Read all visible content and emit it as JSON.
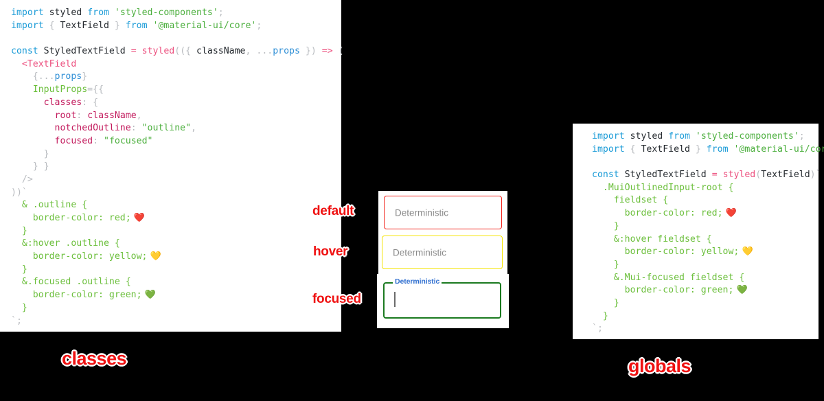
{
  "background_color": "#000000",
  "panels": {
    "classes": {
      "caption": "classes",
      "caption_color": "#ef1111",
      "background": "#ffffff",
      "lines": [
        [
          {
            "t": "import",
            "c": "kw"
          },
          {
            "t": " ",
            "c": "id"
          },
          {
            "t": "styled",
            "c": "id"
          },
          {
            "t": " ",
            "c": "id"
          },
          {
            "t": "from",
            "c": "kw"
          },
          {
            "t": " ",
            "c": "id"
          },
          {
            "t": "'styled-components'",
            "c": "str"
          },
          {
            "t": ";",
            "c": "punc"
          }
        ],
        [
          {
            "t": "import",
            "c": "kw"
          },
          {
            "t": " ",
            "c": "id"
          },
          {
            "t": "{",
            "c": "punc"
          },
          {
            "t": " TextField ",
            "c": "id"
          },
          {
            "t": "}",
            "c": "punc"
          },
          {
            "t": " ",
            "c": "id"
          },
          {
            "t": "from",
            "c": "kw"
          },
          {
            "t": " ",
            "c": "id"
          },
          {
            "t": "'@material-ui/core'",
            "c": "str"
          },
          {
            "t": ";",
            "c": "punc"
          }
        ],
        [],
        [
          {
            "t": "const",
            "c": "kw"
          },
          {
            "t": " ",
            "c": "id"
          },
          {
            "t": "StyledTextField",
            "c": "id"
          },
          {
            "t": " ",
            "c": "id"
          },
          {
            "t": "=",
            "c": "fn"
          },
          {
            "t": " ",
            "c": "id"
          },
          {
            "t": "styled",
            "c": "fn"
          },
          {
            "t": "((",
            "c": "punc"
          },
          {
            "t": "{",
            "c": "punc"
          },
          {
            "t": " className",
            "c": "id"
          },
          {
            "t": ",",
            "c": "punc"
          },
          {
            "t": " ",
            "c": "id"
          },
          {
            "t": "...",
            "c": "punc"
          },
          {
            "t": "props",
            "c": "blue"
          },
          {
            "t": " ",
            "c": "id"
          },
          {
            "t": "}",
            "c": "punc"
          },
          {
            "t": ")",
            "c": "punc"
          },
          {
            "t": " ",
            "c": "id"
          },
          {
            "t": "=>",
            "c": "fn"
          },
          {
            "t": " ",
            "c": "id"
          },
          {
            "t": "(",
            "c": "punc"
          }
        ],
        [
          {
            "t": "  ",
            "c": "id"
          },
          {
            "t": "<",
            "c": "tag"
          },
          {
            "t": "TextField",
            "c": "tag"
          }
        ],
        [
          {
            "t": "    ",
            "c": "id"
          },
          {
            "t": "{",
            "c": "punc"
          },
          {
            "t": "...",
            "c": "punc"
          },
          {
            "t": "props",
            "c": "blue"
          },
          {
            "t": "}",
            "c": "punc"
          }
        ],
        [
          {
            "t": "    ",
            "c": "id"
          },
          {
            "t": "InputProps",
            "c": "prop"
          },
          {
            "t": "=",
            "c": "punc"
          },
          {
            "t": "{{",
            "c": "punc"
          }
        ],
        [
          {
            "t": "      ",
            "c": "id"
          },
          {
            "t": "classes",
            "c": "key"
          },
          {
            "t": ":",
            "c": "punc"
          },
          {
            "t": " ",
            "c": "id"
          },
          {
            "t": "{",
            "c": "punc"
          }
        ],
        [
          {
            "t": "        ",
            "c": "id"
          },
          {
            "t": "root",
            "c": "key"
          },
          {
            "t": ":",
            "c": "punc"
          },
          {
            "t": " className",
            "c": "key"
          },
          {
            "t": ",",
            "c": "punc"
          }
        ],
        [
          {
            "t": "        ",
            "c": "id"
          },
          {
            "t": "notchedOutline",
            "c": "key"
          },
          {
            "t": ":",
            "c": "punc"
          },
          {
            "t": " ",
            "c": "id"
          },
          {
            "t": "\"outline\"",
            "c": "val"
          },
          {
            "t": ",",
            "c": "punc"
          }
        ],
        [
          {
            "t": "        ",
            "c": "id"
          },
          {
            "t": "focused",
            "c": "key"
          },
          {
            "t": ":",
            "c": "punc"
          },
          {
            "t": " ",
            "c": "id"
          },
          {
            "t": "\"focused\"",
            "c": "val"
          }
        ],
        [
          {
            "t": "      }",
            "c": "punc"
          }
        ],
        [
          {
            "t": "    } }",
            "c": "punc"
          }
        ],
        [
          {
            "t": "  />",
            "c": "punc"
          }
        ],
        [
          {
            "t": "))`",
            "c": "punc"
          }
        ],
        [
          {
            "t": "  ",
            "c": "id"
          },
          {
            "t": "& .outline {",
            "c": "sel"
          }
        ],
        [
          {
            "t": "    ",
            "c": "id"
          },
          {
            "t": "border-color: red;",
            "c": "prop"
          },
          {
            "t": " ❤️",
            "c": "emoji"
          }
        ],
        [
          {
            "t": "  }",
            "c": "sel"
          }
        ],
        [
          {
            "t": "  ",
            "c": "id"
          },
          {
            "t": "&:hover .outline {",
            "c": "sel"
          }
        ],
        [
          {
            "t": "    ",
            "c": "id"
          },
          {
            "t": "border-color: yellow;",
            "c": "prop"
          },
          {
            "t": " 💛",
            "c": "emoji"
          }
        ],
        [
          {
            "t": "  }",
            "c": "sel"
          }
        ],
        [
          {
            "t": "  ",
            "c": "id"
          },
          {
            "t": "&.focused .outline {",
            "c": "sel"
          }
        ],
        [
          {
            "t": "    ",
            "c": "id"
          },
          {
            "t": "border-color: green;",
            "c": "prop"
          },
          {
            "t": " 💚",
            "c": "emoji"
          }
        ],
        [
          {
            "t": "  }",
            "c": "sel"
          }
        ],
        [
          {
            "t": "`;",
            "c": "punc"
          }
        ]
      ]
    },
    "globals": {
      "caption": "globals",
      "caption_color": "#ef1111",
      "background": "#ffffff",
      "lines": [
        [
          {
            "t": "import",
            "c": "kw"
          },
          {
            "t": " ",
            "c": "id"
          },
          {
            "t": "styled",
            "c": "id"
          },
          {
            "t": " ",
            "c": "id"
          },
          {
            "t": "from",
            "c": "kw"
          },
          {
            "t": " ",
            "c": "id"
          },
          {
            "t": "'styled-components'",
            "c": "str"
          },
          {
            "t": ";",
            "c": "punc"
          }
        ],
        [
          {
            "t": "import",
            "c": "kw"
          },
          {
            "t": " ",
            "c": "id"
          },
          {
            "t": "{",
            "c": "punc"
          },
          {
            "t": " TextField ",
            "c": "id"
          },
          {
            "t": "}",
            "c": "punc"
          },
          {
            "t": " ",
            "c": "id"
          },
          {
            "t": "from",
            "c": "kw"
          },
          {
            "t": " ",
            "c": "id"
          },
          {
            "t": "'@material-ui/core'",
            "c": "str"
          },
          {
            "t": ";",
            "c": "punc"
          }
        ],
        [],
        [
          {
            "t": "const",
            "c": "kw"
          },
          {
            "t": " ",
            "c": "id"
          },
          {
            "t": "StyledTextField",
            "c": "id"
          },
          {
            "t": " ",
            "c": "id"
          },
          {
            "t": "=",
            "c": "fn"
          },
          {
            "t": " ",
            "c": "id"
          },
          {
            "t": "styled",
            "c": "fn"
          },
          {
            "t": "(",
            "c": "punc"
          },
          {
            "t": "TextField",
            "c": "id"
          },
          {
            "t": ")`",
            "c": "punc"
          }
        ],
        [
          {
            "t": "  ",
            "c": "id"
          },
          {
            "t": ".MuiOutlinedInput-root {",
            "c": "sel"
          }
        ],
        [
          {
            "t": "    ",
            "c": "id"
          },
          {
            "t": "fieldset {",
            "c": "sel"
          }
        ],
        [
          {
            "t": "      ",
            "c": "id"
          },
          {
            "t": "border-color: red;",
            "c": "prop"
          },
          {
            "t": " ❤️",
            "c": "emoji"
          }
        ],
        [
          {
            "t": "    }",
            "c": "sel"
          }
        ],
        [
          {
            "t": "    ",
            "c": "id"
          },
          {
            "t": "&:hover fieldset {",
            "c": "sel"
          }
        ],
        [
          {
            "t": "      ",
            "c": "id"
          },
          {
            "t": "border-color: yellow;",
            "c": "prop"
          },
          {
            "t": " 💛",
            "c": "emoji"
          }
        ],
        [
          {
            "t": "    }",
            "c": "sel"
          }
        ],
        [
          {
            "t": "    ",
            "c": "id"
          },
          {
            "t": "&.Mui-focused fieldset {",
            "c": "sel"
          }
        ],
        [
          {
            "t": "      ",
            "c": "id"
          },
          {
            "t": "border-color: green;",
            "c": "prop"
          },
          {
            "t": " 💚",
            "c": "emoji"
          }
        ],
        [
          {
            "t": "    }",
            "c": "sel"
          }
        ],
        [
          {
            "t": "  }",
            "c": "sel"
          }
        ],
        [
          {
            "t": "`;",
            "c": "punc"
          }
        ]
      ]
    }
  },
  "demo": {
    "fields": [
      {
        "state_label": "default",
        "value_or_placeholder": "Deterministic",
        "border_color": "#f2261f",
        "label_floating": false
      },
      {
        "state_label": "hover",
        "value_or_placeholder": "Deterministic",
        "border_color": "#f5e400",
        "label_floating": false
      },
      {
        "state_label": "focused",
        "value_or_placeholder": "Deterministic",
        "border_color": "#1a7a1f",
        "label_color": "#2f6fd0",
        "label_floating": true,
        "has_caret": true
      }
    ]
  }
}
